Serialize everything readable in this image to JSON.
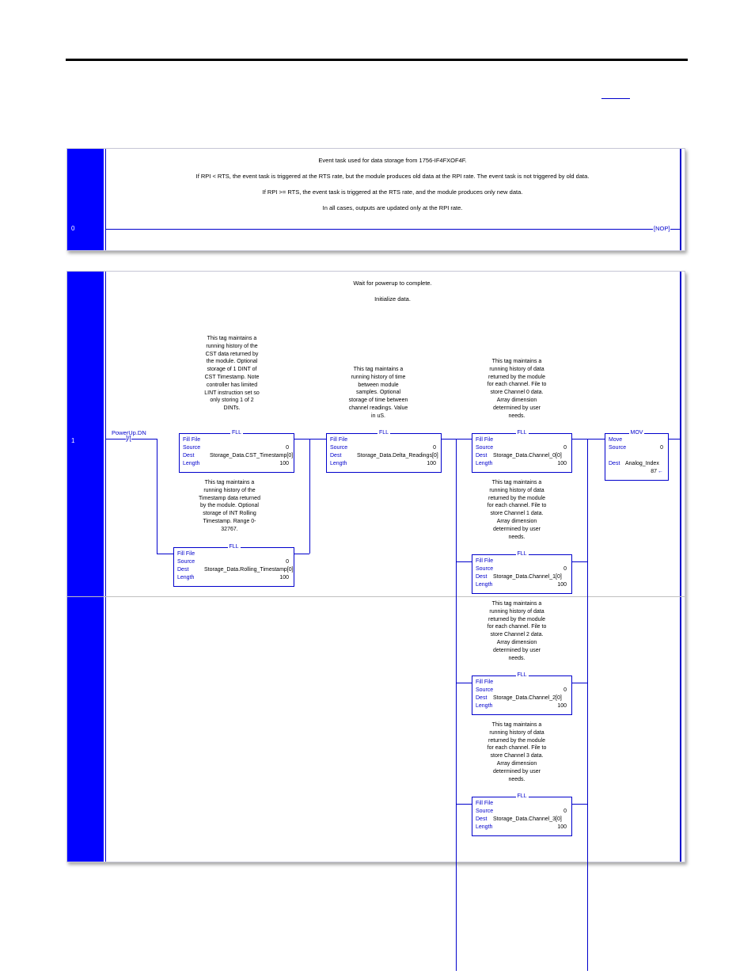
{
  "rung0": {
    "number": "0",
    "comments": [
      "Event task used for data storage from 1756-IF4FXOF4F.",
      "If RPI < RTS, the event task is triggered at the RTS rate, but the module produces old data at the RPI rate. The event task is not triggered by old data.",
      "If RPI >= RTS, the event task is triggered at the RTS rate, and the module produces only new data.",
      "In all cases, outputs are updated only at the RPI rate."
    ],
    "output": "[NOP]"
  },
  "rung1": {
    "number": "1",
    "comments": [
      "Wait for powerup to complete.",
      "Initialize data."
    ],
    "contact": {
      "tag": "PowerUp.DN",
      "symbol": "]/["
    },
    "fill_labels": {
      "name": "Fill File",
      "source": "Source",
      "dest": "Dest",
      "length": "Length",
      "mnemonic": "FLL"
    },
    "blocks": [
      {
        "comment": "This tag maintains a running history of the CST data returned by the module. Optional storage of 1 DINT of CST Timestamp. Note controller has limited LINT instruction set so only storing 1 of 2 DINTs.",
        "source": "0",
        "dest": "Storage_Data.CST_Timestamp[0]",
        "length": "100"
      },
      {
        "comment": "This tag maintains a running history of the Timestamp data returned by the module. Optional storage of INT Rolling Timestamp. Range 0-32767.",
        "source": "0",
        "dest": "Storage_Data.Rolling_Timestamp[0]",
        "length": "100"
      },
      {
        "comment": "This tag maintains a running history of time between module samples. Optional storage of time between channel readings. Value in uS.",
        "source": "0",
        "dest": "Storage_Data.Delta_Readings[0]",
        "length": "100"
      },
      {
        "comment": "This tag maintains a running history of data returned by the module for each channel. File to store Channel 0 data. Array dimension determined by user needs.",
        "source": "0",
        "dest": "Storage_Data.Channel_0[0]",
        "length": "100"
      },
      {
        "comment": "This tag maintains a running history of data returned by the module for each channel. File to store Channel 1 data. Array dimension determined by user needs.",
        "source": "0",
        "dest": "Storage_Data.Channel_1[0]",
        "length": "100"
      },
      {
        "comment": "This tag maintains a running history of data returned by the module for each channel. File to store Channel 2 data. Array dimension determined by user needs.",
        "source": "0",
        "dest": "Storage_Data.Channel_2[0]",
        "length": "100"
      },
      {
        "comment": "This tag maintains a running history of data returned by the module for each channel. File to store Channel 3 data. Array dimension determined by user needs.",
        "source": "0",
        "dest": "Storage_Data.Channel_3[0]",
        "length": "100"
      }
    ],
    "mov": {
      "mnemonic": "MOV",
      "name": "Move",
      "source_label": "Source",
      "source": "0",
      "dest_label": "Dest",
      "dest": "Analog_Index",
      "dest_value": "87",
      "arrow": "←"
    }
  }
}
